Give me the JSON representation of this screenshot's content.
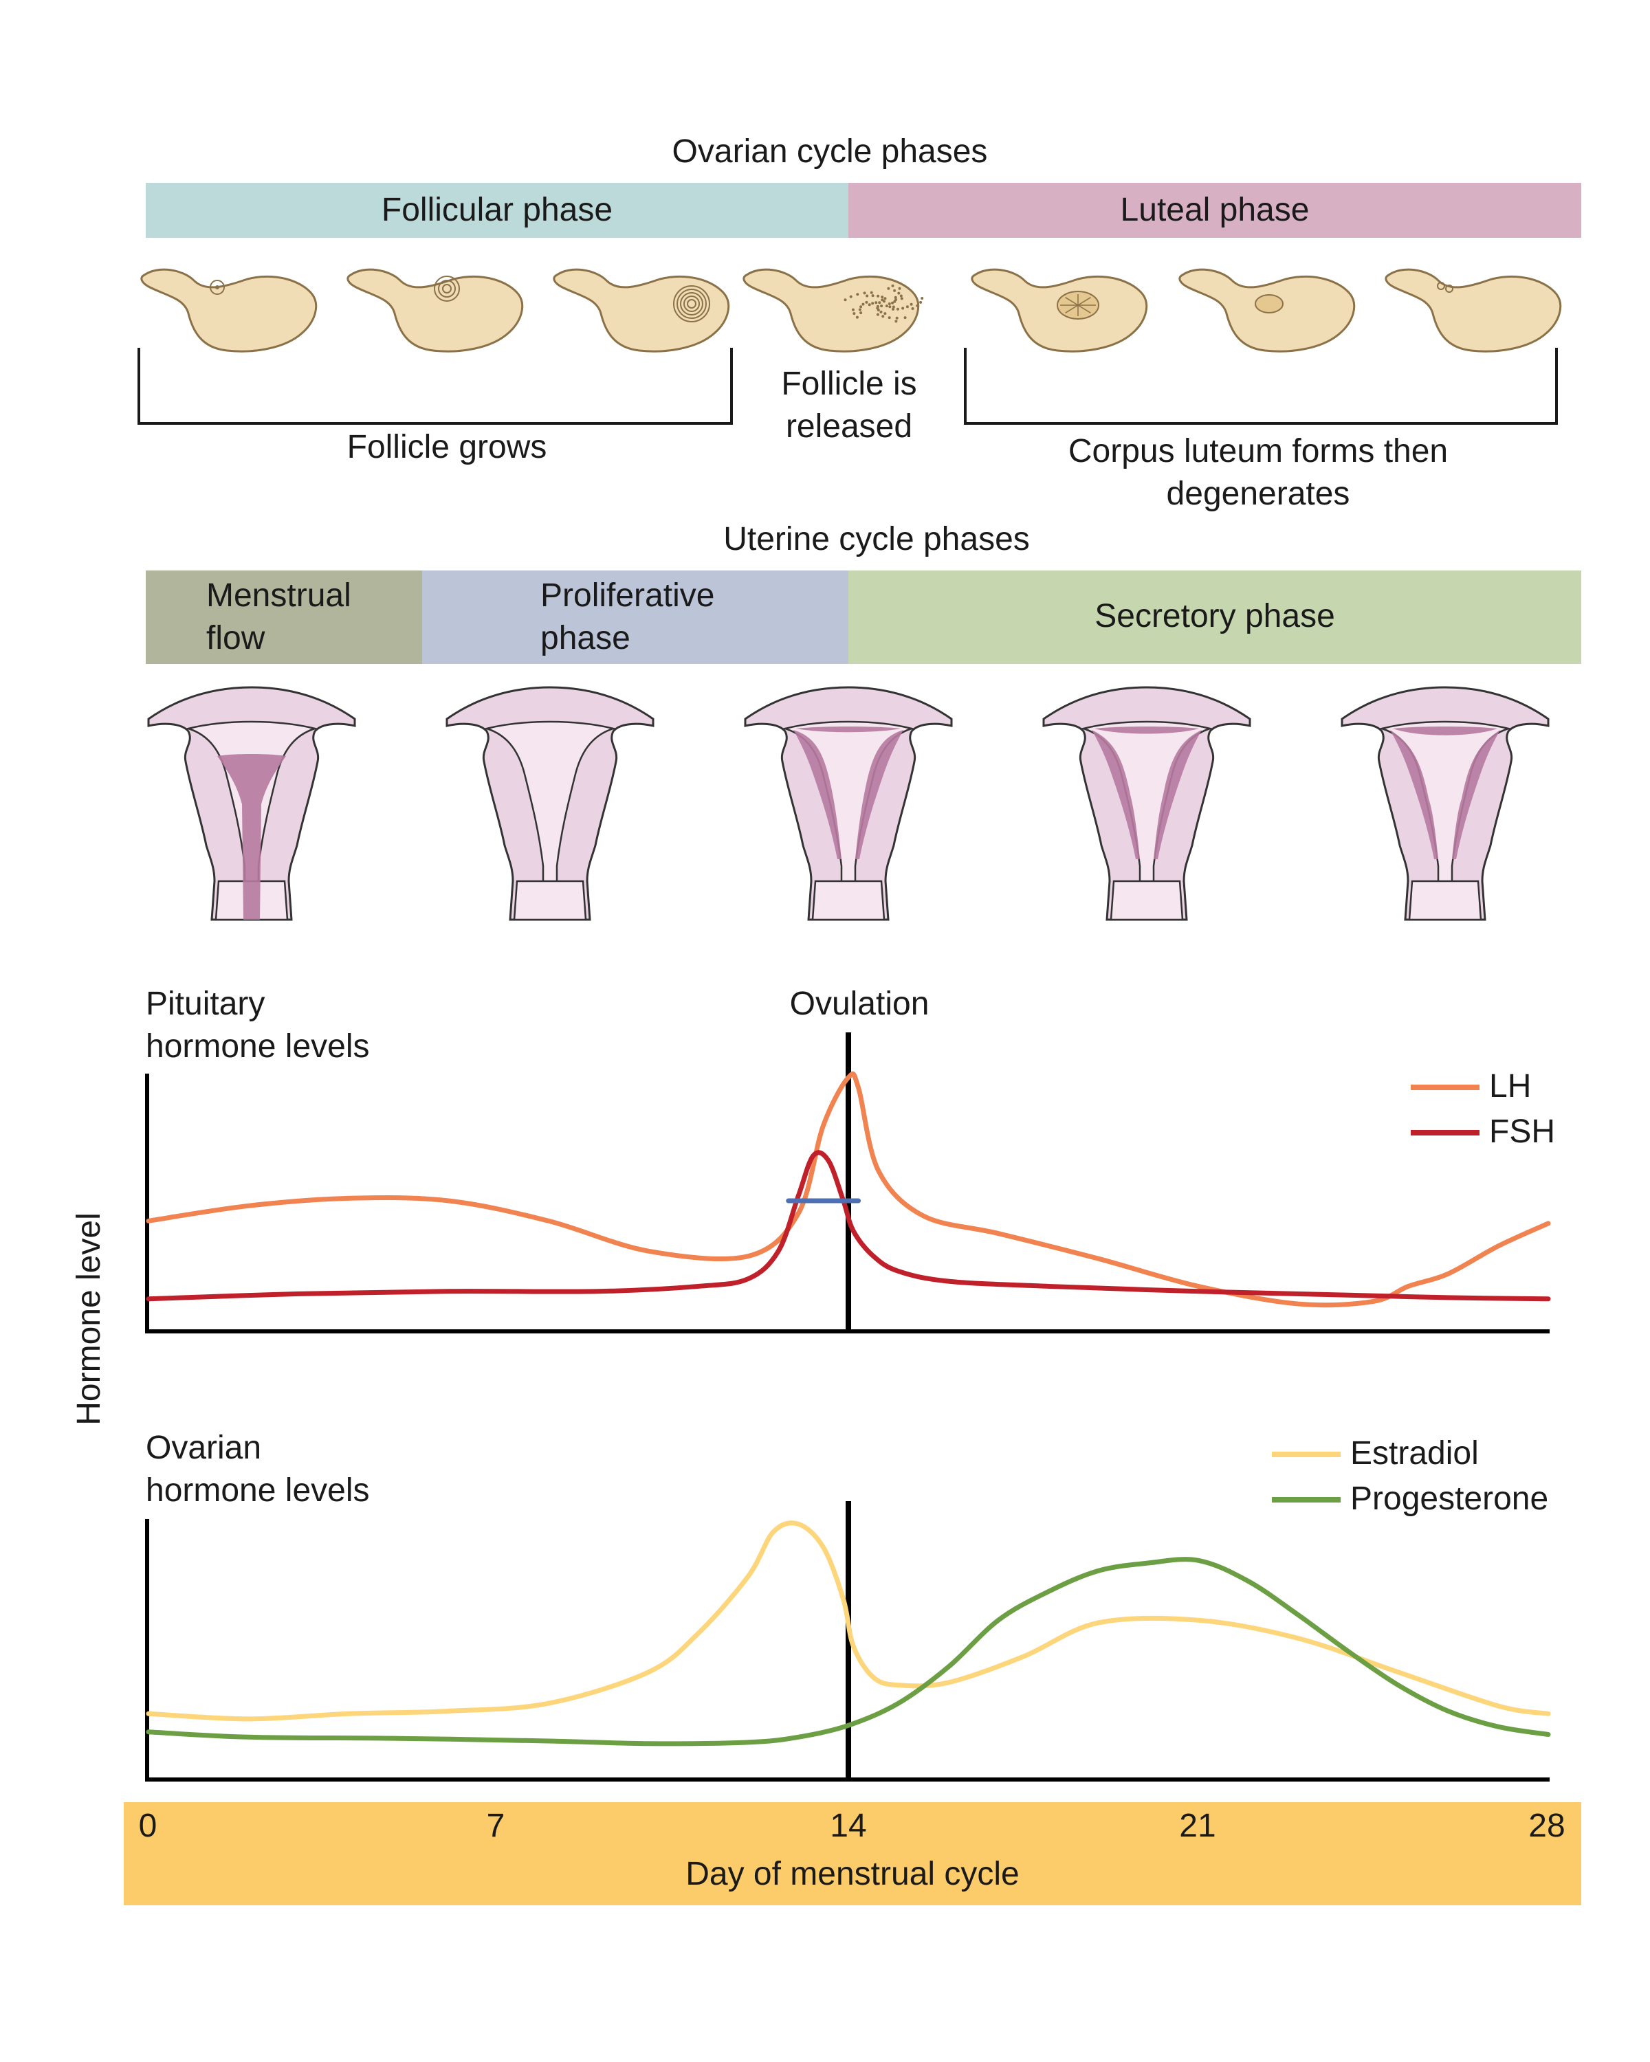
{
  "ovarian": {
    "title": "Ovarian cycle phases",
    "phases": [
      {
        "label": "Follicular phase",
        "color": "#bcdad9"
      },
      {
        "label": "Luteal phase",
        "color": "#d8b0c3"
      }
    ],
    "follicle_grows": "Follicle grows",
    "follicle_released": "Follicle is\nreleased",
    "corpus_luteum": "Corpus luteum forms then\ndegenerates"
  },
  "uterine": {
    "title": "Uterine cycle phases",
    "phases": [
      {
        "label": "Menstrual\nflow",
        "color": "#b0b59b"
      },
      {
        "label": "Proliferative\nphase",
        "color": "#bcc4d8"
      },
      {
        "label": "Secretory phase",
        "color": "#c6d7af"
      }
    ]
  },
  "colors": {
    "ovary_fill": "#f0dcb5",
    "ovary_stroke": "#8a7148",
    "uterus_fill": "#ead4e3",
    "uterus_lining": "#b67aa0",
    "uterus_stroke": "#333333",
    "axis_band": "#fdcc6a"
  },
  "axis": {
    "y_label": "Hormone level",
    "x_label": "Day of menstrual cycle",
    "ticks": [
      "0",
      "7",
      "14",
      "21",
      "28"
    ]
  },
  "ovulation_label": "Ovulation",
  "chart_data": [
    {
      "type": "line",
      "title": "Pituitary\nhormone levels",
      "xlabel": "Day of menstrual cycle",
      "ylabel": "Hormone level",
      "xlim": [
        0,
        28
      ],
      "ylim": [
        0,
        100
      ],
      "ovulation_day": 14,
      "series": [
        {
          "name": "LH",
          "color": "#f0834f",
          "points": [
            [
              0,
              42
            ],
            [
              2,
              48
            ],
            [
              4,
              51
            ],
            [
              6,
              50
            ],
            [
              8,
              42
            ],
            [
              10,
              30
            ],
            [
              12,
              28
            ],
            [
              13,
              45
            ],
            [
              13.5,
              80
            ],
            [
              14,
              99
            ],
            [
              14.2,
              95
            ],
            [
              14.6,
              62
            ],
            [
              15.5,
              44
            ],
            [
              17,
              37
            ],
            [
              19,
              27
            ],
            [
              21,
              16
            ],
            [
              23,
              9
            ],
            [
              24.5,
              10
            ],
            [
              25.2,
              16
            ],
            [
              26,
              21
            ],
            [
              27,
              32
            ],
            [
              28,
              41
            ]
          ]
        },
        {
          "name": "FSH",
          "color": "#c0202a",
          "points": [
            [
              0,
              11
            ],
            [
              3,
              13
            ],
            [
              6,
              14
            ],
            [
              9,
              14
            ],
            [
              11,
              16
            ],
            [
              12,
              19
            ],
            [
              12.6,
              30
            ],
            [
              13,
              52
            ],
            [
              13.3,
              68
            ],
            [
              13.6,
              66
            ],
            [
              13.9,
              50
            ],
            [
              14.1,
              38
            ],
            [
              14.5,
              28
            ],
            [
              15,
              22
            ],
            [
              16,
              18
            ],
            [
              18,
              16
            ],
            [
              21,
              14
            ],
            [
              24,
              12.5
            ],
            [
              26,
              11.5
            ],
            [
              28,
              11
            ]
          ]
        }
      ],
      "fsh_marker": {
        "x_from": 12.8,
        "x_to": 14.2,
        "y": 50,
        "color": "#4e6fb1"
      }
    },
    {
      "type": "line",
      "title": "Ovarian\nhormone levels",
      "xlabel": "Day of menstrual cycle",
      "ylabel": "Hormone level",
      "xlim": [
        0,
        28
      ],
      "ylim": [
        0,
        100
      ],
      "ovulation_day": 14,
      "series": [
        {
          "name": "Estradiol",
          "color": "#fdd57b",
          "points": [
            [
              0,
              24
            ],
            [
              2,
              22
            ],
            [
              4,
              24
            ],
            [
              6,
              25
            ],
            [
              8,
              28
            ],
            [
              10,
              40
            ],
            [
              11,
              55
            ],
            [
              12,
              77
            ],
            [
              12.5,
              94
            ],
            [
              13,
              97
            ],
            [
              13.5,
              88
            ],
            [
              13.9,
              68
            ],
            [
              14.1,
              50
            ],
            [
              14.5,
              38
            ],
            [
              15,
              35
            ],
            [
              16,
              36
            ],
            [
              17.5,
              46
            ],
            [
              19,
              59
            ],
            [
              21,
              60
            ],
            [
              23,
              53
            ],
            [
              25,
              40
            ],
            [
              27,
              27
            ],
            [
              28,
              24
            ]
          ]
        },
        {
          "name": "Progesterone",
          "color": "#6c9f43",
          "points": [
            [
              0,
              17
            ],
            [
              2,
              15
            ],
            [
              5,
              14.5
            ],
            [
              8,
              13.5
            ],
            [
              10,
              12.5
            ],
            [
              12,
              13
            ],
            [
              13,
              15
            ],
            [
              14,
              19.5
            ],
            [
              15,
              28
            ],
            [
              16,
              42
            ],
            [
              17,
              60
            ],
            [
              18,
              71
            ],
            [
              19,
              79
            ],
            [
              20,
              82
            ],
            [
              21,
              83
            ],
            [
              22,
              75
            ],
            [
              23,
              62
            ],
            [
              24,
              48
            ],
            [
              25,
              35
            ],
            [
              26,
              25
            ],
            [
              27,
              19
            ],
            [
              28,
              16
            ]
          ]
        }
      ]
    }
  ]
}
